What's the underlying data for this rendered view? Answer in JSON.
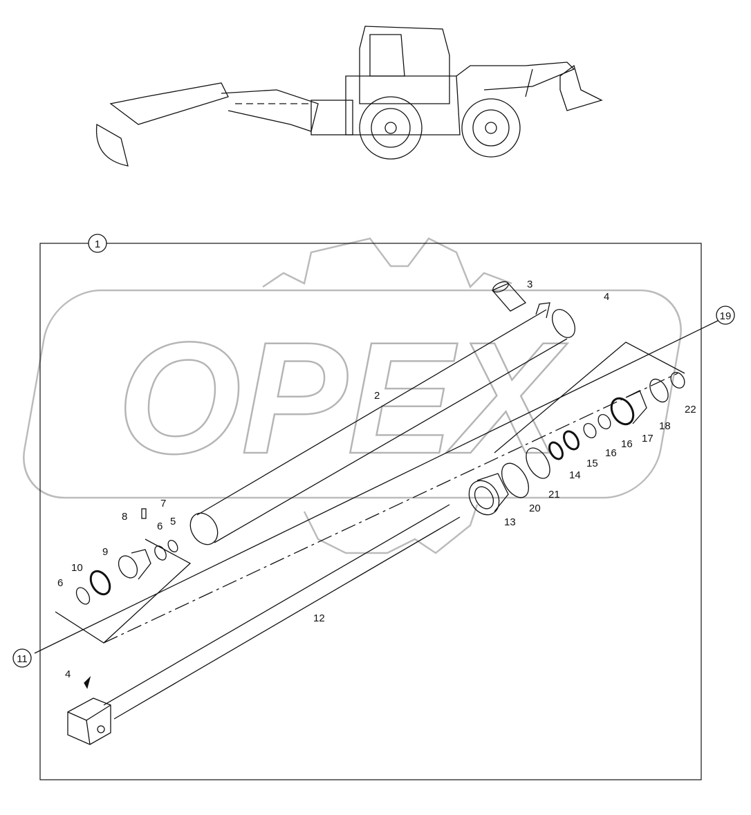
{
  "watermark": {
    "text": "OPEX"
  },
  "callouts": {
    "assembly": "1",
    "gland_kit": "19",
    "piston_kit": "11"
  },
  "part_labels": [
    "3",
    "4",
    "2",
    "22",
    "18",
    "17",
    "16",
    "16",
    "15",
    "14",
    "21",
    "20",
    "13",
    "7",
    "8",
    "6",
    "5",
    "9",
    "10",
    "6",
    "12",
    "4"
  ],
  "colors": {
    "line": "#111111",
    "watermark": "#b5b5b5",
    "background": "#ffffff"
  }
}
